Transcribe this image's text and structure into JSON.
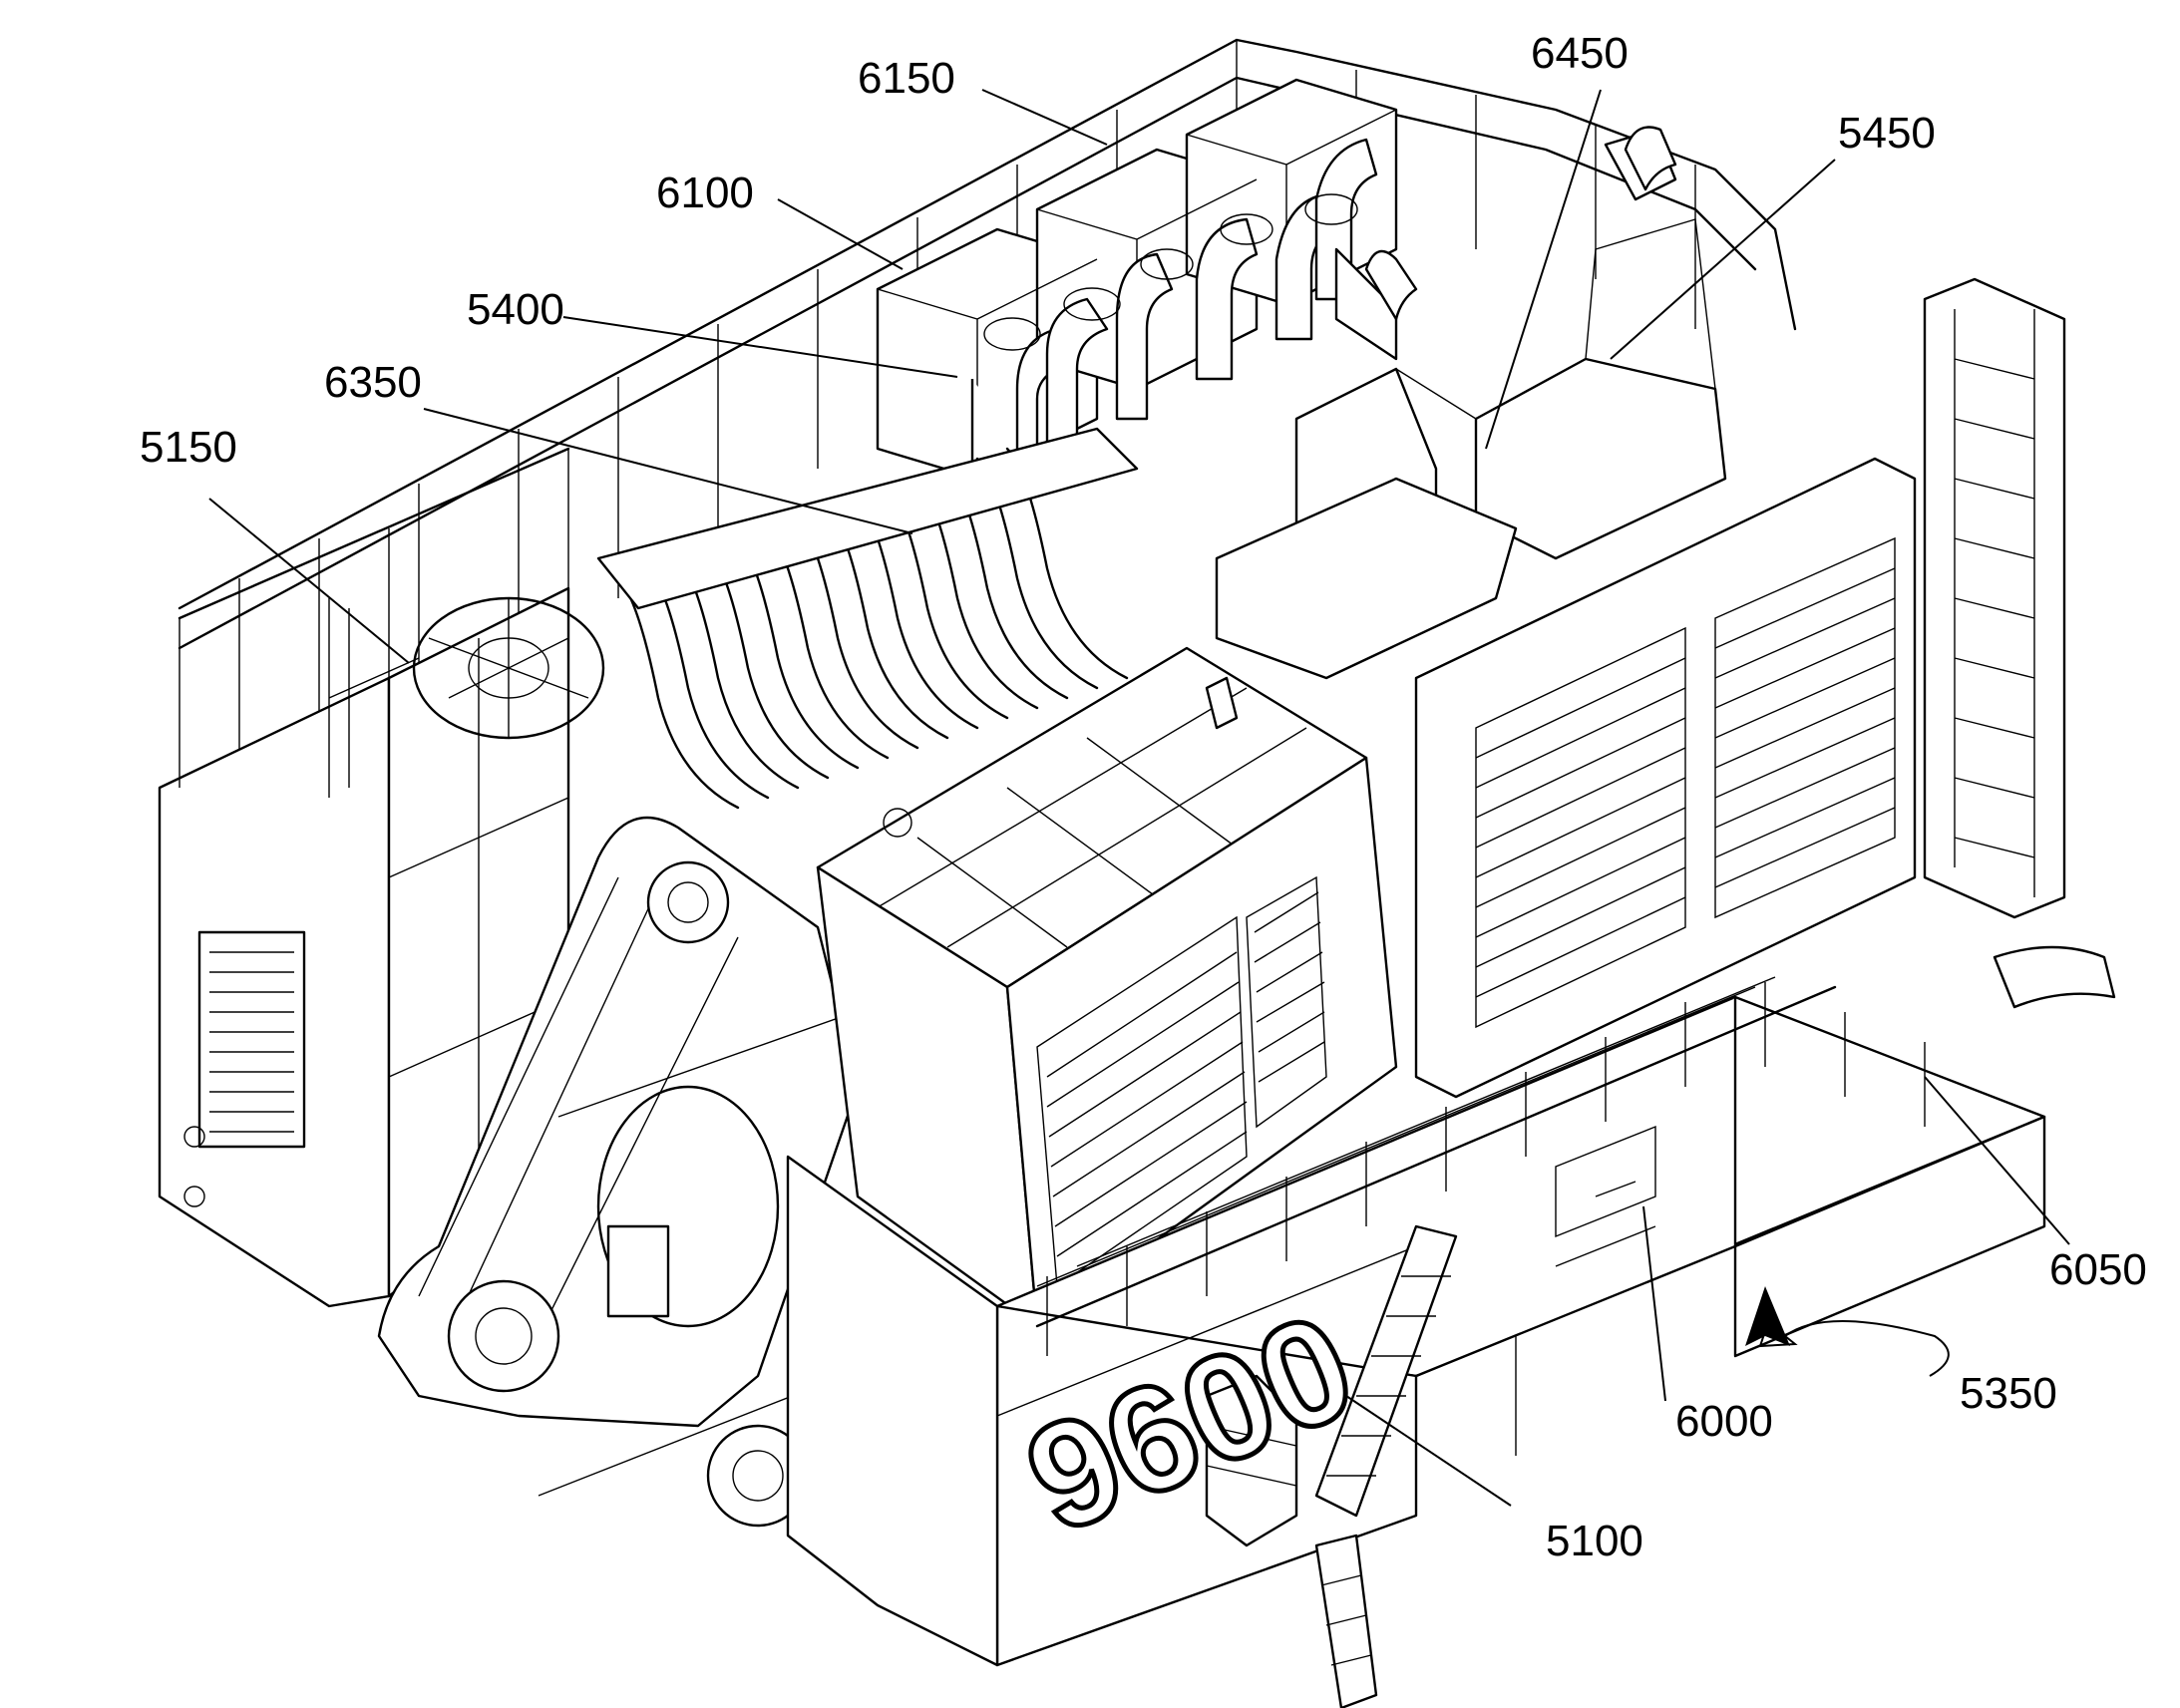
{
  "figure": {
    "labels": {
      "l6150": "6150",
      "l6450": "6450",
      "l5450": "5450",
      "l6100": "6100",
      "l5400": "5400",
      "l6350": "6350",
      "l5150": "5150",
      "l6050": "6050",
      "l5350": "5350",
      "l6000": "6000",
      "l5100": "5100"
    },
    "logo_text": "9600"
  }
}
